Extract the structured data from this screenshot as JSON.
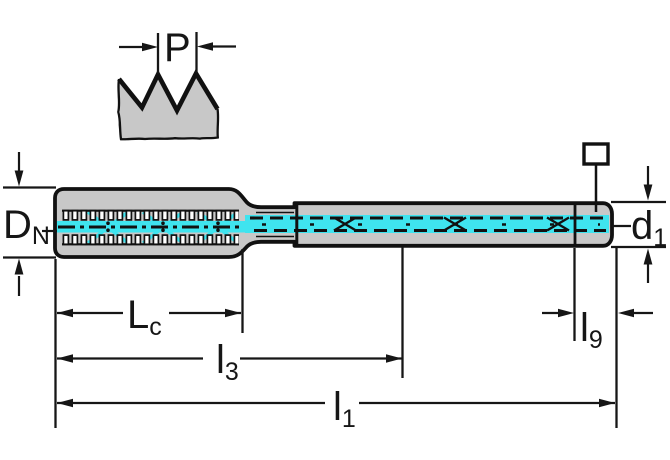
{
  "drawing": {
    "kind": "tap-dimension-diagram",
    "labels": {
      "pitch": {
        "main": "P"
      },
      "nominal_diameter": {
        "main": "D",
        "sub": "N"
      },
      "shank_diameter": {
        "main": "d",
        "sub": "1"
      },
      "thread_length": {
        "main": "L",
        "sub": "c"
      },
      "length_l3": {
        "main": "l",
        "sub": "3"
      },
      "overall_length": {
        "main": "l",
        "sub": "1"
      },
      "square_length": {
        "main": "l",
        "sub": "9"
      }
    },
    "symbols": {
      "square_drive": "square-outline-icon"
    },
    "colors": {
      "coolant_line": "#3FE4EF",
      "body_fill": "#C8C8C8",
      "line_color": "#161616",
      "background": "#FFFFFF"
    }
  }
}
